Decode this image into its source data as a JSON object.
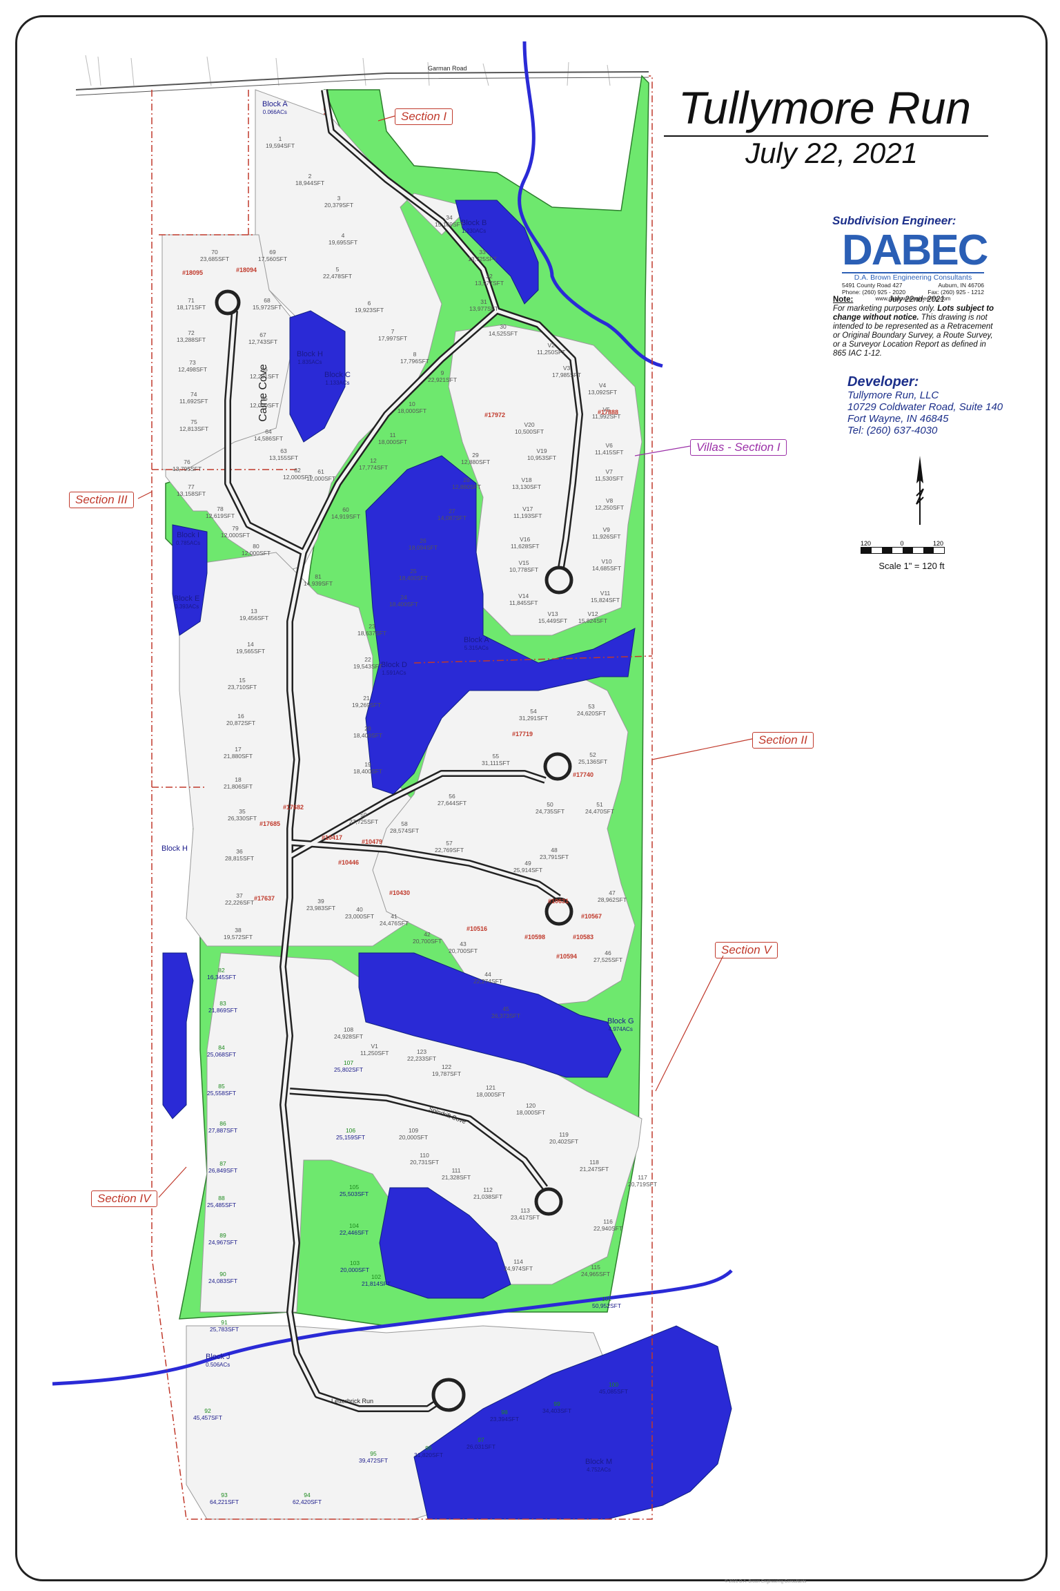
{
  "title": "Tullymore Run",
  "date": "July 22, 2021",
  "engineer": {
    "heading": "Subdivision Engineer:",
    "logo_word": "DABEC",
    "logo_full": "D.A. Brown Engineering Consultants",
    "address_left": "5491 County Road 427",
    "address_right": "Auburn, IN  46706",
    "phone": "Phone: (260) 925 - 2020",
    "fax": "Fax: (260) 925 - 1212",
    "web": "www.dabrownengineering.com"
  },
  "note": {
    "label": "Note:",
    "date": "July 22nd, 2021",
    "line1": "For marketing purposes only.",
    "line1_bold": "Lots subject to change without notice.",
    "body": "This drawing is not intended to be represented as a Retracement or Original Boundary Survey, a Route Survey, or a Surveyor Location Report as defined in 865 IAC 1-12."
  },
  "developer": {
    "heading": "Developer:",
    "name": "Tullymore Run, LLC",
    "address1": "10729 Coldwater Road, Suite 140",
    "address2": "Fort Wayne, IN 46845",
    "phone": "Tel: (260) 637-4030"
  },
  "scale": {
    "ticks": [
      "120",
      "0",
      "120"
    ],
    "label": "Scale 1\" = 120 ft"
  },
  "roads": {
    "garman": "Garman Road",
    "caine": "Caine Cove",
    "letterbrick": "Letterbrick Run",
    "spindel": "Spindrift Cove"
  },
  "sections": {
    "s1": "Section I",
    "villas": "Villas - Section I",
    "s2": "Section II",
    "s3": "Section III",
    "s4": "Section IV",
    "s5": "Section V"
  },
  "blocks": [
    {
      "name": "Block A",
      "area": "0.066ACs"
    },
    {
      "name": "Block B",
      "area": "1.230ACs"
    },
    {
      "name": "Block H",
      "area": "1.835ACs"
    },
    {
      "name": "Block C",
      "area": "1.133ACs"
    },
    {
      "name": "Block I",
      "area": "0.785ACs"
    },
    {
      "name": "Block E",
      "area": "0.393ACs"
    },
    {
      "name": "Block A",
      "area": "5.315ACs"
    },
    {
      "name": "Block D",
      "area": "1.591ACs"
    },
    {
      "name": "Block G",
      "area": "4.974ACs"
    },
    {
      "name": "Block H",
      "area": ""
    },
    {
      "name": "Block J",
      "area": "0.506ACs"
    },
    {
      "name": "Block M",
      "area": "4.752ACs"
    }
  ],
  "lots": [
    {
      "n": "1",
      "a": "19,594SFT"
    },
    {
      "n": "2",
      "a": "18,944SFT"
    },
    {
      "n": "3",
      "a": "20,379SFT"
    },
    {
      "n": "4",
      "a": "19,695SFT"
    },
    {
      "n": "5",
      "a": "22,478SFT"
    },
    {
      "n": "6",
      "a": "19,923SFT"
    },
    {
      "n": "7",
      "a": "17,997SFT"
    },
    {
      "n": "8",
      "a": "17,796SFT"
    },
    {
      "n": "9",
      "a": "22,921SFT"
    },
    {
      "n": "10",
      "a": "18,000SFT"
    },
    {
      "n": "11",
      "a": "18,000SFT"
    },
    {
      "n": "12",
      "a": "17,774SFT"
    },
    {
      "n": "13",
      "a": "19,456SFT"
    },
    {
      "n": "14",
      "a": "19,565SFT"
    },
    {
      "n": "15",
      "a": "23,710SFT"
    },
    {
      "n": "16",
      "a": "20,872SFT"
    },
    {
      "n": "17",
      "a": "21,880SFT"
    },
    {
      "n": "18",
      "a": "21,806SFT"
    },
    {
      "n": "19",
      "a": "18,400SFT"
    },
    {
      "n": "20",
      "a": "18,400SFT"
    },
    {
      "n": "21",
      "a": "19,269SFT"
    },
    {
      "n": "22",
      "a": "19,543SFT"
    },
    {
      "n": "23",
      "a": "18,637SFT"
    },
    {
      "n": "24",
      "a": "18,400SFT"
    },
    {
      "n": "25",
      "a": "18,400SFT"
    },
    {
      "n": "26",
      "a": "18,094SFT"
    },
    {
      "n": "27",
      "a": "14,087SFT"
    },
    {
      "n": "28",
      "a": "12,880SFT"
    },
    {
      "n": "29",
      "a": "12,880SFT"
    },
    {
      "n": "30",
      "a": "14,525SFT"
    },
    {
      "n": "31",
      "a": "13,977SFT"
    },
    {
      "n": "32",
      "a": "13,977SFT"
    },
    {
      "n": "33",
      "a": "13,725SFT"
    },
    {
      "n": "34",
      "a": "15,169SFT"
    },
    {
      "n": "35",
      "a": "26,330SFT"
    },
    {
      "n": "36",
      "a": "28,815SFT"
    },
    {
      "n": "37",
      "a": "22,226SFT"
    },
    {
      "n": "38",
      "a": "19,572SFT"
    },
    {
      "n": "39",
      "a": "23,983SFT"
    },
    {
      "n": "40",
      "a": "23,000SFT"
    },
    {
      "n": "41",
      "a": "24,476SFT"
    },
    {
      "n": "42",
      "a": "20,700SFT"
    },
    {
      "n": "43",
      "a": "20,700SFT"
    },
    {
      "n": "44",
      "a": "22,274SFT"
    },
    {
      "n": "45",
      "a": "26,373SFT"
    },
    {
      "n": "46",
      "a": "27,525SFT"
    },
    {
      "n": "47",
      "a": "28,962SFT"
    },
    {
      "n": "48",
      "a": "23,791SFT"
    },
    {
      "n": "49",
      "a": "25,914SFT"
    },
    {
      "n": "50",
      "a": "24,735SFT"
    },
    {
      "n": "51",
      "a": "24,470SFT"
    },
    {
      "n": "52",
      "a": "25,136SFT"
    },
    {
      "n": "53",
      "a": "24,620SFT"
    },
    {
      "n": "54",
      "a": "31,291SFT"
    },
    {
      "n": "55",
      "a": "31,111SFT"
    },
    {
      "n": "56",
      "a": "27,644SFT"
    },
    {
      "n": "57",
      "a": "22,769SFT"
    },
    {
      "n": "58",
      "a": "28,574SFT"
    },
    {
      "n": "59",
      "a": "27,725SFT"
    },
    {
      "n": "60",
      "a": "14,919SFT"
    },
    {
      "n": "61",
      "a": "12,000SFT"
    },
    {
      "n": "62",
      "a": "12,000SFT"
    },
    {
      "n": "63",
      "a": "13,155SFT"
    },
    {
      "n": "64",
      "a": "14,586SFT"
    },
    {
      "n": "65",
      "a": "12,000SFT"
    },
    {
      "n": "66",
      "a": "12,291SFT"
    },
    {
      "n": "67",
      "a": "12,743SFT"
    },
    {
      "n": "68",
      "a": "15,972SFT"
    },
    {
      "n": "69",
      "a": "17,560SFT"
    },
    {
      "n": "70",
      "a": "23,685SFT"
    },
    {
      "n": "71",
      "a": "18,171SFT"
    },
    {
      "n": "72",
      "a": "13,288SFT"
    },
    {
      "n": "73",
      "a": "12,498SFT"
    },
    {
      "n": "74",
      "a": "11,692SFT"
    },
    {
      "n": "75",
      "a": "12,813SFT"
    },
    {
      "n": "76",
      "a": "13,795SFT"
    },
    {
      "n": "77",
      "a": "13,158SFT"
    },
    {
      "n": "78",
      "a": "12,619SFT"
    },
    {
      "n": "79",
      "a": "12,000SFT"
    },
    {
      "n": "80",
      "a": "12,000SFT"
    },
    {
      "n": "81",
      "a": "14,939SFT"
    },
    {
      "n": "82",
      "a": "16,345SFT"
    },
    {
      "n": "83",
      "a": "21,869SFT"
    },
    {
      "n": "84",
      "a": "25,068SFT"
    },
    {
      "n": "85",
      "a": "25,558SFT"
    },
    {
      "n": "86",
      "a": "27,887SFT"
    },
    {
      "n": "87",
      "a": "26,849SFT"
    },
    {
      "n": "88",
      "a": "25,485SFT"
    },
    {
      "n": "89",
      "a": "24,967SFT"
    },
    {
      "n": "90",
      "a": "24,083SFT"
    },
    {
      "n": "91",
      "a": "25,783SFT"
    },
    {
      "n": "92",
      "a": "45,457SFT"
    },
    {
      "n": "93",
      "a": "64,221SFT"
    },
    {
      "n": "94",
      "a": "62,420SFT"
    },
    {
      "n": "95",
      "a": "39,472SFT"
    },
    {
      "n": "96",
      "a": "31,820SFT"
    },
    {
      "n": "97",
      "a": "26,031SFT"
    },
    {
      "n": "98",
      "a": "23,394SFT"
    },
    {
      "n": "99",
      "a": "34,403SFT"
    },
    {
      "n": "100",
      "a": "45,085SFT"
    },
    {
      "n": "101",
      "a": "50,952SFT"
    },
    {
      "n": "102",
      "a": "21,814SFT"
    },
    {
      "n": "103",
      "a": "20,000SFT"
    },
    {
      "n": "104",
      "a": "22,446SFT"
    },
    {
      "n": "105",
      "a": "25,503SFT"
    },
    {
      "n": "106",
      "a": "25,159SFT"
    },
    {
      "n": "107",
      "a": "25,802SFT"
    },
    {
      "n": "108",
      "a": "24,928SFT"
    },
    {
      "n": "109",
      "a": "20,000SFT"
    },
    {
      "n": "110",
      "a": "20,731SFT"
    },
    {
      "n": "111",
      "a": "21,328SFT"
    },
    {
      "n": "112",
      "a": "21,038SFT"
    },
    {
      "n": "113",
      "a": "23,417SFT"
    },
    {
      "n": "114",
      "a": "24,974SFT"
    },
    {
      "n": "115",
      "a": "24,965SFT"
    },
    {
      "n": "116",
      "a": "22,940SFT"
    },
    {
      "n": "117",
      "a": "20,719SFT"
    },
    {
      "n": "118",
      "a": "21,247SFT"
    },
    {
      "n": "119",
      "a": "20,402SFT"
    },
    {
      "n": "120",
      "a": "18,000SFT"
    },
    {
      "n": "121",
      "a": "18,000SFT"
    },
    {
      "n": "122",
      "a": "19,787SFT"
    },
    {
      "n": "123",
      "a": "22,233SFT"
    },
    {
      "n": "V1",
      "a": "11,250SFT"
    },
    {
      "n": "V2",
      "a": "11,250SFT"
    },
    {
      "n": "V3",
      "a": "17,985SFT"
    },
    {
      "n": "V4",
      "a": "13,092SFT"
    },
    {
      "n": "V5",
      "a": "11,992SFT"
    },
    {
      "n": "V6",
      "a": "11,415SFT"
    },
    {
      "n": "V7",
      "a": "11,530SFT"
    },
    {
      "n": "V8",
      "a": "12,250SFT"
    },
    {
      "n": "V9",
      "a": "11,926SFT"
    },
    {
      "n": "V10",
      "a": "14,685SFT"
    },
    {
      "n": "V11",
      "a": "15,824SFT"
    },
    {
      "n": "V12",
      "a": "15,824SFT"
    },
    {
      "n": "V13",
      "a": "15,449SFT"
    },
    {
      "n": "V14",
      "a": "11,845SFT"
    },
    {
      "n": "V15",
      "a": "10,778SFT"
    },
    {
      "n": "V16",
      "a": "11,628SFT"
    },
    {
      "n": "V17",
      "a": "11,193SFT"
    },
    {
      "n": "V18",
      "a": "13,130SFT"
    },
    {
      "n": "V19",
      "a": "10,953SFT"
    },
    {
      "n": "V20",
      "a": "10,500SFT"
    }
  ],
  "addresses": [
    "#18095",
    "#18094",
    "#17972",
    "#17888",
    "#17740",
    "#17719",
    "#10479",
    "#10417",
    "#10446",
    "#10430",
    "#10516",
    "#10598",
    "#10631",
    "#10567",
    "#10583",
    "#10594",
    "#17682",
    "#17685",
    "#17637"
  ],
  "colors": {
    "green": "#6ee86e",
    "water": "#2a2ad6",
    "boundary": "#c0392b",
    "road": "#222222",
    "lot_line": "#9a9a9a",
    "title": "#111111",
    "brand": "#2b5fb5"
  },
  "footer": "© 2021 D.A. Brown Engineering Consultants"
}
